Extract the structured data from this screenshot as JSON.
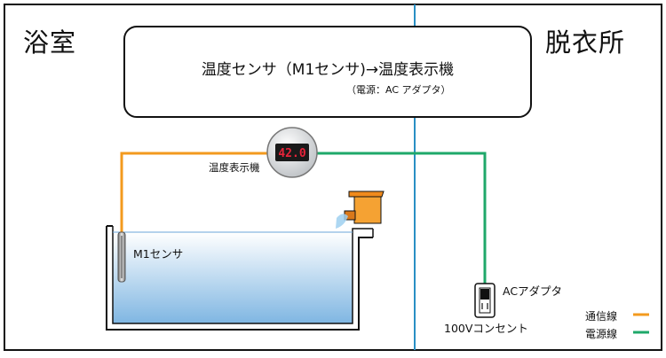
{
  "rooms": {
    "bathroom": "浴室",
    "dressing_room": "脱衣所"
  },
  "title_box": {
    "title": "温度センサ（M1センサ)→温度表示機",
    "subtitle": "（電源：AC アダプタ）"
  },
  "display": {
    "label": "温度表示機",
    "reading": "42.0"
  },
  "labels": {
    "sensor": "M1センサ",
    "ac_adapter": "ACアダプタ",
    "outlet": "100Vコンセント"
  },
  "legend": {
    "communication": "通信線",
    "power": "電源線"
  },
  "colors": {
    "communication_line": "#F39A1E",
    "power_line": "#1FA86A",
    "partition_line": "#2A8FC4",
    "display_digits": "#E8243A",
    "water_top": "#FFFFFF",
    "water_bottom": "#7FB6E2",
    "tap": "#F08A1C"
  }
}
